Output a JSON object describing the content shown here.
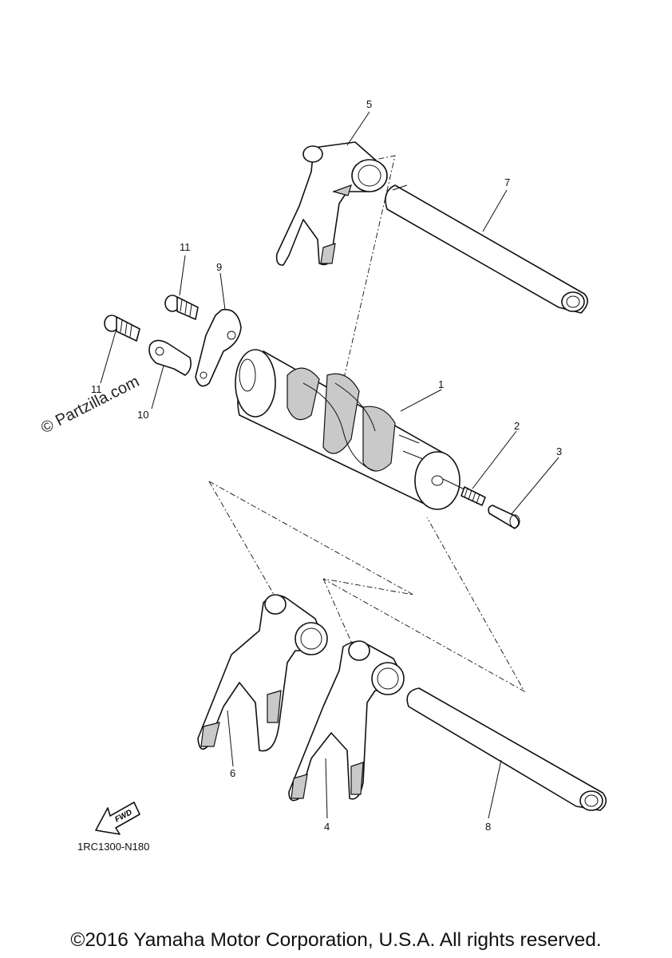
{
  "diagram": {
    "code": "1RC1300-N180",
    "watermark": "© Partzilla.com",
    "copyright": "©2016 Yamaha Motor Corporation, U.S.A. All rights reserved.",
    "fwd_label": "FWD"
  },
  "callouts": [
    {
      "part": "shift-drum",
      "label": "1"
    },
    {
      "part": "spring",
      "label": "2"
    },
    {
      "part": "pin",
      "label": "3"
    },
    {
      "part": "shift-fork-4",
      "label": "4"
    },
    {
      "part": "shift-fork-5",
      "label": "5"
    },
    {
      "part": "shift-fork-6",
      "label": "6"
    },
    {
      "part": "guide-bar-7",
      "label": "7"
    },
    {
      "part": "guide-bar-8",
      "label": "8"
    },
    {
      "part": "stopper-plate",
      "label": "9"
    },
    {
      "part": "segment",
      "label": "10"
    },
    {
      "part": "screw-upper",
      "label": "11"
    },
    {
      "part": "screw-lower",
      "label": "11"
    }
  ]
}
